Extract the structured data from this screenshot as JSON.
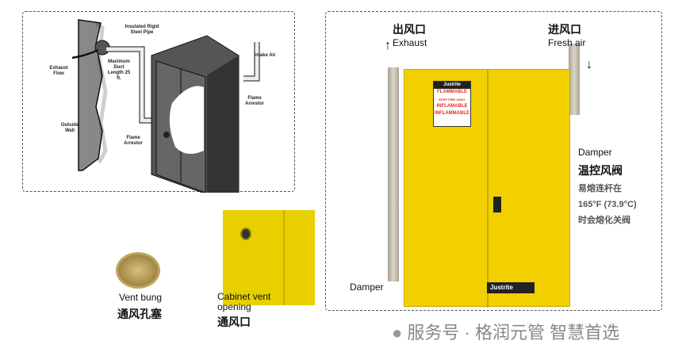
{
  "diagram": {
    "labels": {
      "pipe": "Insulated Rigid Steel Pipe",
      "exhaust_flow": "Exhaust Flow",
      "max_duct": "Maximum Duct Length 25 ft.",
      "outside_wall": "Outside Wall",
      "flame_arrestor_left": "Flame Arrestor",
      "intake_air": "Intake Air",
      "flame_arrestor_right": "Flame Arrestor"
    }
  },
  "vent_bung": {
    "en": "Vent bung",
    "cn": "通风孔塞"
  },
  "cabinet_vent": {
    "en": "Cabinet vent opening",
    "cn": "通风口"
  },
  "photo": {
    "exhaust_cn": "出风口",
    "exhaust_en": "Exhaust",
    "fresh_cn": "进风口",
    "fresh_en": "Fresh air",
    "damper_left": "Damper",
    "damper_right": "Damper",
    "damper_cn": "温控风阀",
    "note_lines": [
      "易熔连杆在",
      "165°F (73.9°C)",
      "时会熔化关阀"
    ],
    "brand": "Justrite",
    "sign_flammable": "FLAMMABLE",
    "sign_keep": "KEEP FIRE AWAY",
    "sign_inflamable": "INFLAMABLE",
    "sign_inflammable": "INFLAMMABLE"
  },
  "footer": {
    "text": "服务号 · 格润元管 智慧首选"
  },
  "colors": {
    "cabinet": "#f2d000",
    "pipe": "#c9c2b4",
    "sign_red": "#e03020"
  }
}
